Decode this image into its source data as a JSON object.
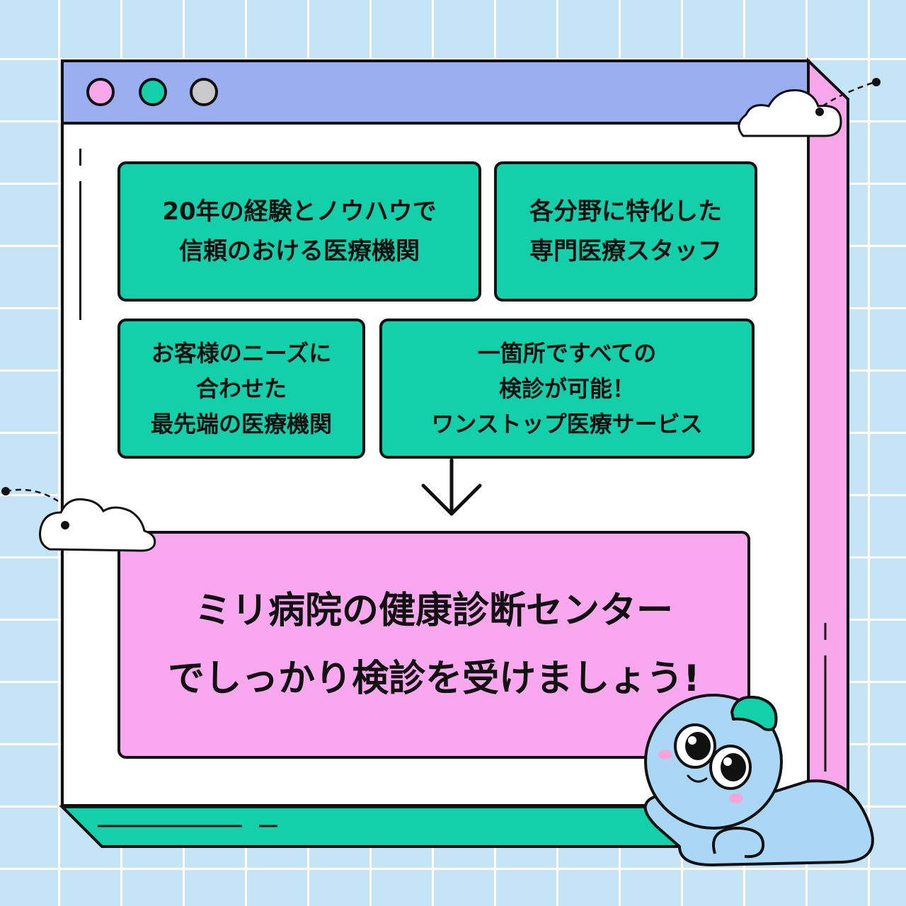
{
  "window": {
    "title_dots": [
      {
        "color": "#f7a6e9"
      },
      {
        "color": "#13cfaa"
      },
      {
        "color": "#c9c9c9"
      }
    ]
  },
  "cards": {
    "c1": {
      "lines": [
        "20年の経験とノウハウで",
        "信頼のおける医療機関"
      ]
    },
    "c2": {
      "lines": [
        "各分野に特化した",
        "専門医療スタッフ"
      ]
    },
    "c3": {
      "lines": [
        "お客様のニーズに",
        "合わせた",
        "最先端の医療機関"
      ]
    },
    "c4": {
      "lines": [
        "一箇所ですべての",
        "検診が可能！",
        "ワンストップ医療サービス"
      ]
    }
  },
  "banner": {
    "lines": [
      "ミリ病院の健康診断センター",
      "でしっかり検診を受けましょう!"
    ]
  },
  "colors": {
    "background": "#c5e4f6",
    "titlebar": "#9aaef0",
    "card": "#13cfaa",
    "banner": "#f9a8ef",
    "side_panel": "#f7a6e9",
    "bottom_panel": "#13cfaa"
  },
  "icons": {
    "arrow": "arrow-down-icon",
    "clouds": [
      "cloud-icon",
      "cloud-icon"
    ],
    "mascot": "mascot-character"
  }
}
